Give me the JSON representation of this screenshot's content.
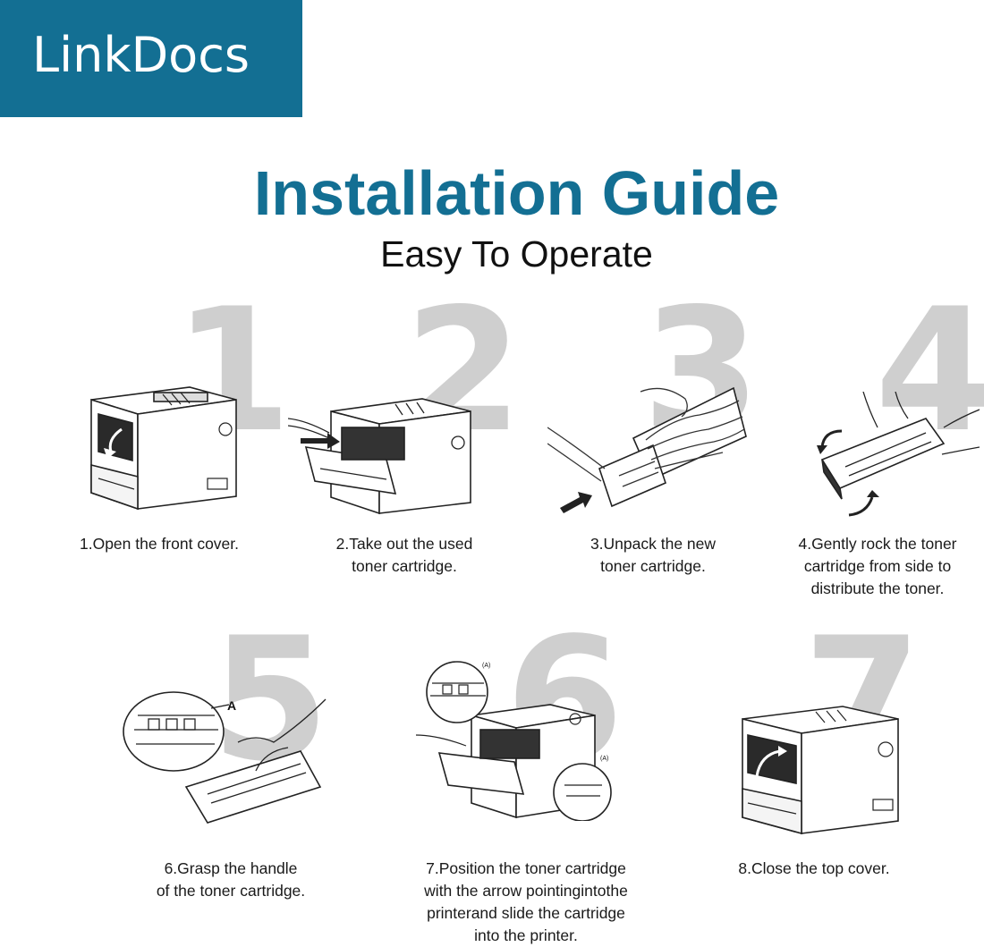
{
  "brand": {
    "name": "LinkDocs",
    "color": "#136f93"
  },
  "title": "Installation Guide",
  "subtitle": "Easy To Operate",
  "step_numbers": [
    "1",
    "2",
    "3",
    "4",
    "5",
    "6",
    "7"
  ],
  "steps": [
    {
      "caption_lines": [
        "1.Open the front cover."
      ]
    },
    {
      "caption_lines": [
        "2.Take out the used",
        "toner cartridge."
      ]
    },
    {
      "caption_lines": [
        "3.Unpack the new",
        "toner cartridge."
      ]
    },
    {
      "caption_lines": [
        "4.Gently rock the toner",
        "cartridge from side to",
        "distribute the toner."
      ]
    },
    {
      "caption_lines": [
        "6.Grasp the handle",
        "of the toner cartridge."
      ]
    },
    {
      "caption_lines": [
        "7.Position the toner cartridge",
        "with the arrow pointingintothe",
        "printerand slide the cartridge",
        "into the printer."
      ]
    },
    {
      "caption_lines": [
        "8.Close the top cover."
      ]
    }
  ],
  "callouts": {
    "a_label": "A",
    "a_small": "(A)"
  }
}
